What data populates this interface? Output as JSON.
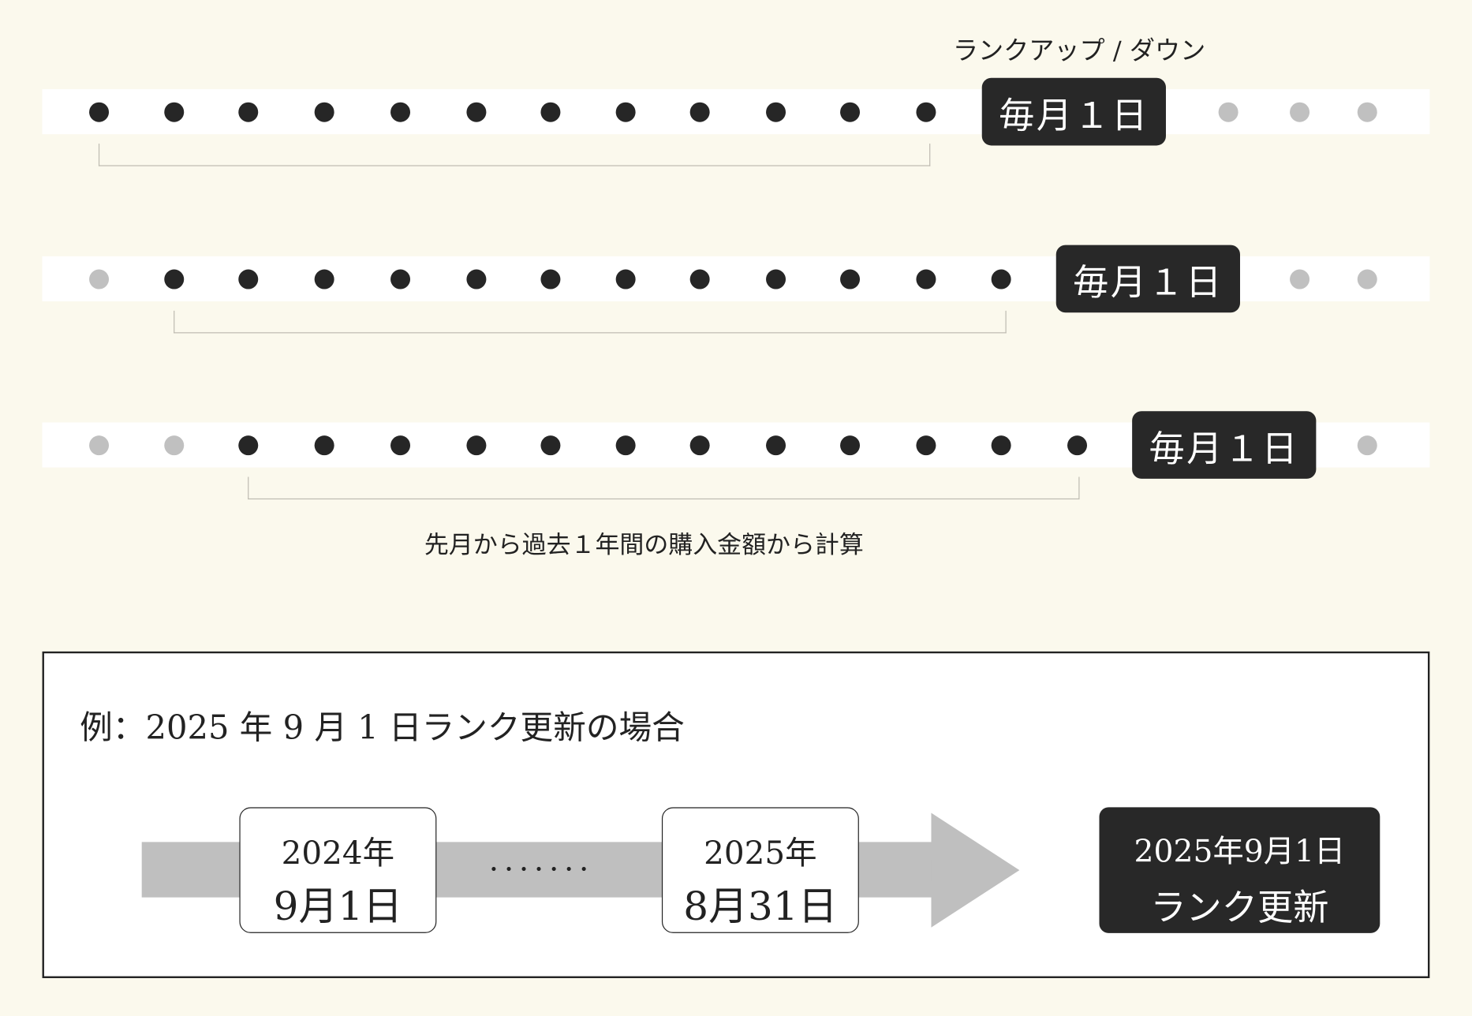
{
  "top_label": "ランクアップ / ダウン",
  "rows": [
    {
      "dots_before": [
        "on",
        "on",
        "on",
        "on",
        "on",
        "on",
        "on",
        "on",
        "on",
        "on",
        "on",
        "on"
      ],
      "box_label": "毎月１日",
      "dots_after": [
        "off",
        "off",
        "off"
      ]
    },
    {
      "dots_before": [
        "off",
        "on",
        "on",
        "on",
        "on",
        "on",
        "on",
        "on",
        "on",
        "on",
        "on",
        "on",
        "on"
      ],
      "box_label": "毎月１日",
      "dots_after": [
        "off",
        "off"
      ]
    },
    {
      "dots_before": [
        "off",
        "off",
        "on",
        "on",
        "on",
        "on",
        "on",
        "on",
        "on",
        "on",
        "on",
        "on",
        "on",
        "on"
      ],
      "box_label": "毎月１日",
      "dots_after": [
        "off"
      ]
    }
  ],
  "bracket_caption": "先月から過去１年間の購入金額から計算",
  "example": {
    "title": "例：2025 年 9 月 1 日ランク更新の場合",
    "start": {
      "year": "2024年",
      "date": "9月1日"
    },
    "ellipsis": "・・・・・・・",
    "end": {
      "year": "2025年",
      "date": "8月31日"
    },
    "result": {
      "line1": "2025年9月1日",
      "line2": "ランク更新"
    }
  },
  "colors": {
    "background": "#fbf9ed",
    "dark": "#282828",
    "inactive": "#c0c0c0",
    "arrow": "#bfbfbf"
  }
}
